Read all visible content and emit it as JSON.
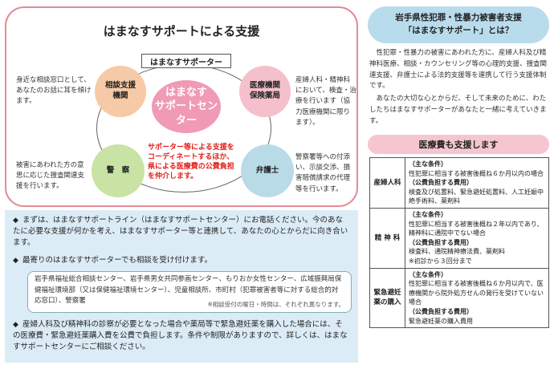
{
  "diagram": {
    "title": "はまなすサポートによる支援",
    "supporter_label": "はまなすサポーター",
    "center": "はまなす\nサポートセンター",
    "center_note": "サポーター等による支援をコーディネートするほか、県による医療費の公費負担を仲介します。",
    "nodes": {
      "consult": {
        "label": "相談支援\n機関",
        "text": "身近な相談窓口として、あなたのお話に耳を傾けます。"
      },
      "medical": {
        "label": "医療機関\n保険薬局",
        "text": "産婦人科・精神科において、検査・治療を行います（協力医療機関に限ります）。"
      },
      "police": {
        "label": "警　察",
        "text": "被害にあわれた方の意思に応じた捜査関連支援を行います。"
      },
      "lawyer": {
        "label": "弁護士",
        "text": "警察署等への付添い、示談交渉、損害賠償請求の代理等を行います。"
      }
    }
  },
  "info": {
    "b1": "まずは、はまなすサポートライン（はまなすサポートセンター）にお電話ください。今のあなたに必要な支援が何かを考え、はまなすサポーター等と連携して、あなたの心とからだに向き合います。",
    "b2": "最寄りのはまなすサポーターでも相談を受け付けます。",
    "orgs": "岩手県福祉総合相談センター、岩手県男女共同参画センター、もりおか女性センター、広域振興局保健福祉環境部（又は保健福祉環境センター）、児童相談所、市町村（犯罪被害者等に対する総合的対応窓口）、警察署",
    "orgs_note": "※相談受付の曜日・時間は、それぞれ異なります。",
    "b3": "産婦人科及び精神科の診察が必要となった場合や薬局等で緊急避妊薬を購入した場合には、その医療費・緊急避妊薬購入費を公費で負担します。条件や制限がありますので、詳しくは、はまなすサポートセンターにご相談ください。"
  },
  "right": {
    "header_line1": "岩手県性犯罪・性暴力被害者支援",
    "header_line2": "「はまなすサポート」とは？",
    "intro_p1": "性犯罪・性暴力の被害にあわれた方に、産婦人科及び精神科医療、相談・カウンセリング等の心理的支援、捜査関連支援、弁護士による法的支援等を連携して行う支援体制です。",
    "intro_p2": "あなたの大切な心とからだ、そして未来のために、わたしたちはまなすサポーターがあなたと一緒に考えていきます。",
    "cost_title": "医療費も支援します"
  },
  "cost_rows": [
    {
      "category": "産婦人科",
      "cond_head": "（主な条件）",
      "cond": "性犯罪に相当する被害後概ね６か月以内の場合",
      "pay_head": "（公費負担する費用）",
      "pay": "検査及び処置料、緊急避妊処置料、人工妊娠中絶手術料、薬剤料"
    },
    {
      "category": "精 神 科",
      "cond_head": "（主な条件）",
      "cond": "性犯罪に相当する被害後概ね２年以内であり、精神科に通院中でない場合",
      "pay_head": "（公費負担する費用）",
      "pay": "検査料、通院精神療法費、薬剤料\n※初診から３回分まで"
    },
    {
      "category": "緊急避妊\n薬の購入",
      "cond_head": "（主な条件）",
      "cond": "性犯罪に相当する被害後概ね６か月以内で、医療機関から院外処方せんの発行を受けていない場合",
      "pay_head": "（公費負担する費用）",
      "pay": "緊急避妊薬の購入費用"
    }
  ],
  "colors": {
    "frame_pink": "#e48a96",
    "center_pink": "#f09ab5",
    "note_red": "#e0201b",
    "info_blue": "#dcecf6",
    "header_blue": "#b9dced",
    "cost_pink": "#f5c6cf"
  }
}
